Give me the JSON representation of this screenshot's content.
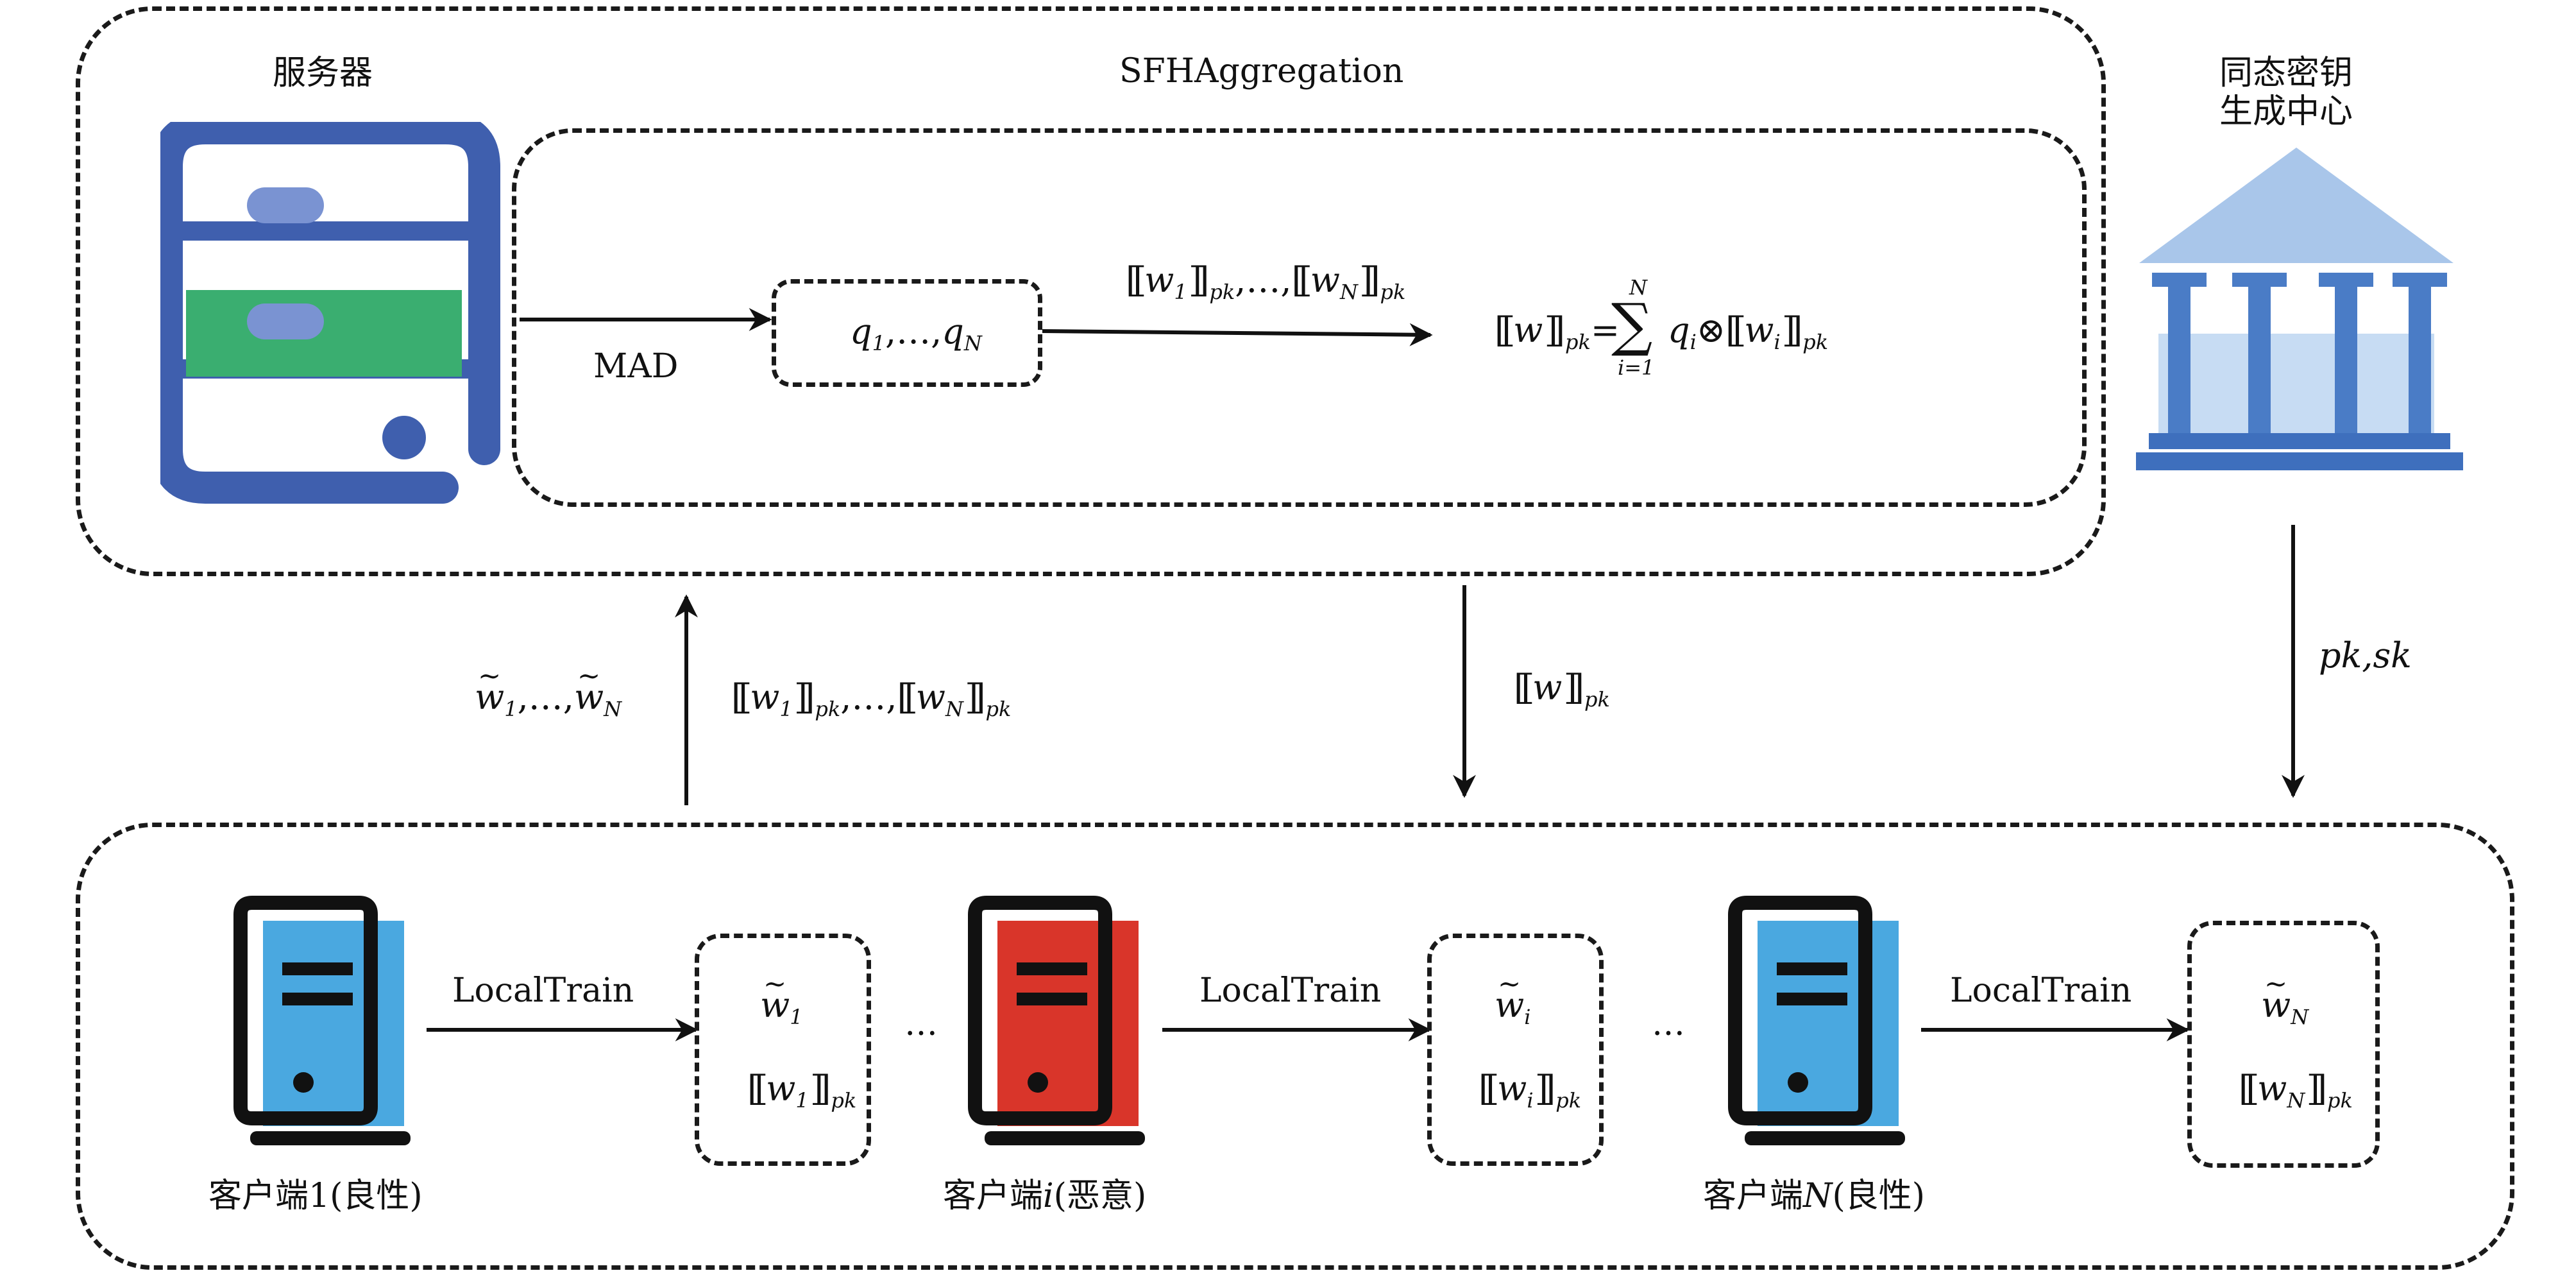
{
  "server": {
    "title": "服务器",
    "aggregation_label": "SFHAggregation",
    "mad_label": "MAD",
    "weights_label": "q1,…,qN",
    "encrypted_inputs": "[[w1]]pk,…,[[wN]]pk",
    "aggregation_formula": "[[w]]pk = Σ_{i=1}^{N} qi ⊗ [[wi]]pk",
    "colors": {
      "icon_blue": "#3f5fae",
      "icon_green": "#3aae70",
      "icon_slot": "#7a93d2"
    }
  },
  "key_center": {
    "title_line1": "同态密钥",
    "title_line2": "生成中心",
    "keys_label": "pk,sk",
    "colors": {
      "roof": "#a9c6ea",
      "columns": "#4a7cc6",
      "base": "#3e6fbd"
    }
  },
  "flows": {
    "uplink_plain": "w̃1,…,w̃N",
    "uplink_encrypted": "[[w1]]pk,…,[[wN]]pk",
    "downlink": "[[w]]pk"
  },
  "clients": [
    {
      "name": "客户端1(良性)",
      "label_main": "客户端1",
      "label_tag": "(良性)",
      "action": "LocalTrain",
      "output_plain": "w̃1",
      "output_encrypted": "[[w1]]pk",
      "color": "#4aa8e0"
    },
    {
      "name": "客户端i(恶意)",
      "label_main": "客户端",
      "label_var": "i",
      "label_tag": "(恶意)",
      "action": "LocalTrain",
      "output_plain": "w̃i",
      "output_encrypted": "[[wi]]pk",
      "color": "#d9352a"
    },
    {
      "name": "客户端N(良性)",
      "label_main": "客户端",
      "label_var": "N",
      "label_tag": "(良性)",
      "action": "LocalTrain",
      "output_plain": "w̃N",
      "output_encrypted": "[[wN]]pk",
      "color": "#4aa8e0"
    }
  ],
  "ellipsis": "…",
  "sub": {
    "pk": "pk",
    "one": "1",
    "i": "i",
    "N": "N",
    "i_eq_1": "i=1"
  },
  "glyph": {
    "sigma": "∑",
    "otimes": "⊗",
    "eq": "="
  }
}
